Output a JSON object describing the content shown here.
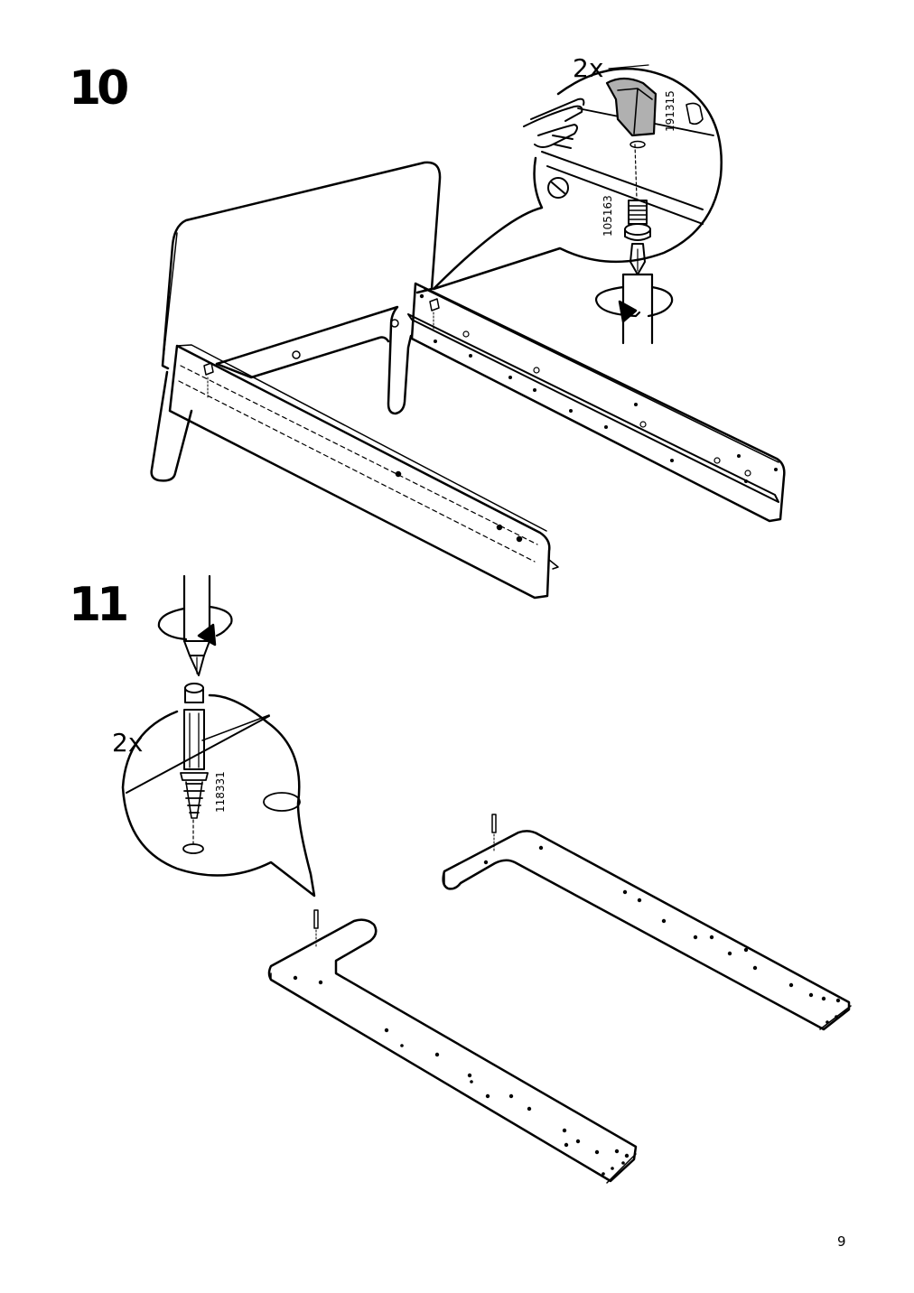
{
  "steps": [
    {
      "number": "10",
      "detail": {
        "quantity": "2x",
        "parts": [
          "191315",
          "105163"
        ]
      }
    },
    {
      "number": "11",
      "detail": {
        "quantity": "2x",
        "parts": [
          "118331"
        ]
      }
    }
  ],
  "page": {
    "number": "9"
  },
  "icons": [
    "hand-press-icon",
    "screwdriver-icon",
    "rotate-arrow-icon",
    "cap-icon",
    "bolt-icon",
    "dowel-icon"
  ]
}
